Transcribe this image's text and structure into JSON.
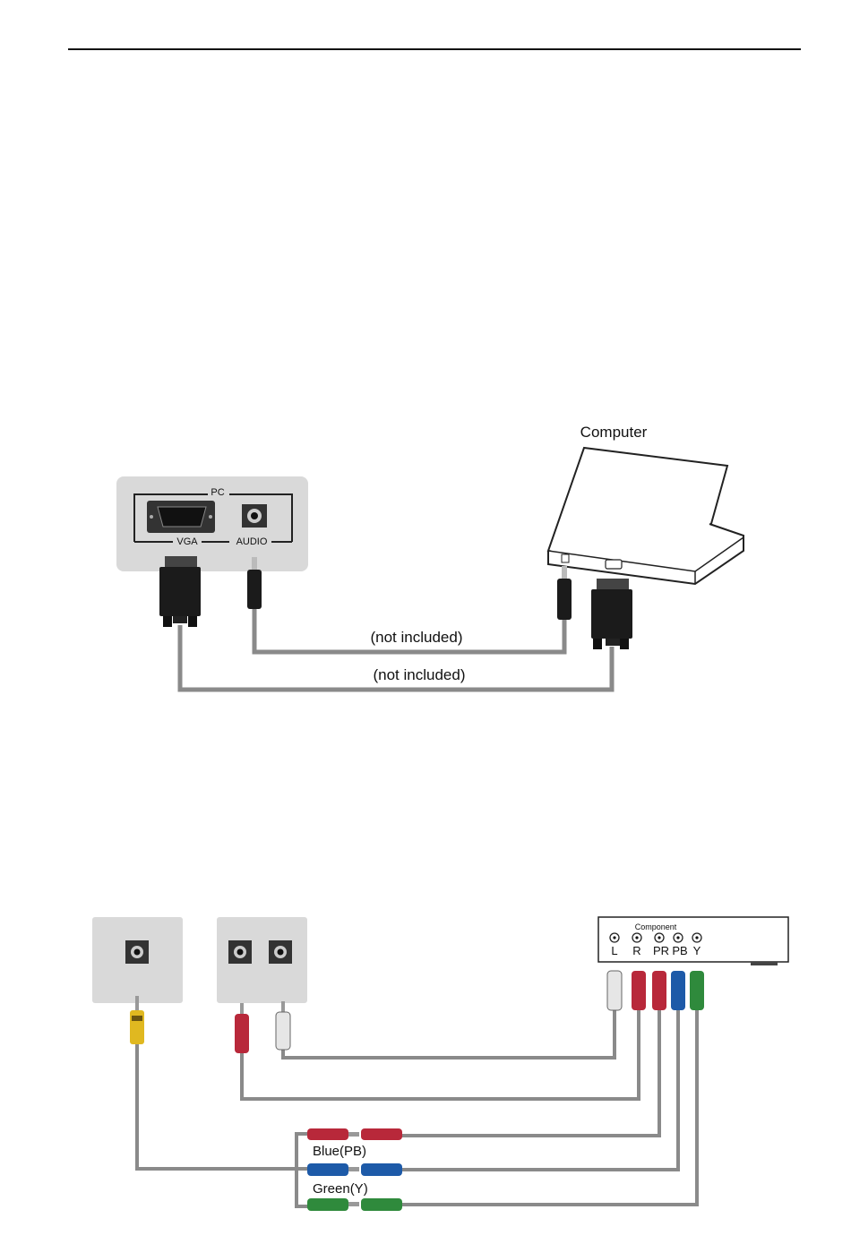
{
  "pc_diagram": {
    "computer_label": "Computer",
    "panel_title": "PC",
    "vga_label": "VGA",
    "audio_label": "AUDIO",
    "cable_note_audio": "(not included)",
    "cable_note_vga": "(not included)"
  },
  "component_diagram": {
    "device_label": "Component",
    "ports": [
      "L",
      "R",
      "PR",
      "PB",
      "Y"
    ],
    "blue_label": "Blue(PB)",
    "green_label": "Green(Y)"
  },
  "colors": {
    "cable": "#8a8a8a",
    "red": "#b8283a",
    "white": "#e6e6e6",
    "blue": "#1d5aa8",
    "green": "#2f8a3c",
    "yellow": "#e0b820",
    "panel": "#d9d9d9"
  }
}
